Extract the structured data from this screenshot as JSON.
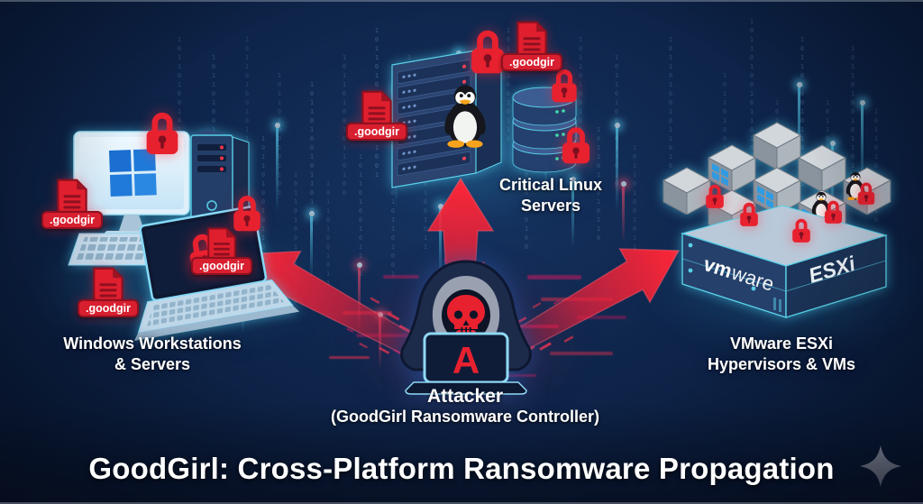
{
  "title": "GoodGirl: Cross-Platform Ransomware Propagation",
  "attacker": {
    "label": "Attacker",
    "sublabel": "(GoodGirl Ransomware Controller)",
    "laptop_letter": "A"
  },
  "targets": {
    "windows": {
      "label_line1": "Windows Workstations",
      "label_line2": "& Servers"
    },
    "linux": {
      "label_line1": "Critical Linux",
      "label_line2": "Servers"
    },
    "vmware": {
      "label_line1": "VMware ESXi",
      "label_line2": "Hypervisors & VMs"
    }
  },
  "file_extension_badge": ".goodgir",
  "vmware_box": {
    "logo_vm": "vm",
    "logo_ware": "ware",
    "logo_esxi": "ESXi"
  },
  "background": {
    "binary_digits": "1011010010110100101101001011010010110100"
  },
  "colors": {
    "danger_red": "#e8212f",
    "accent_cyan": "#58cfe8",
    "background_navy": "#0d2145",
    "windows_blue": "#1a6fd0",
    "cube_gray": "#adb5bd",
    "sparkle_gray": "#c4c9d6"
  }
}
